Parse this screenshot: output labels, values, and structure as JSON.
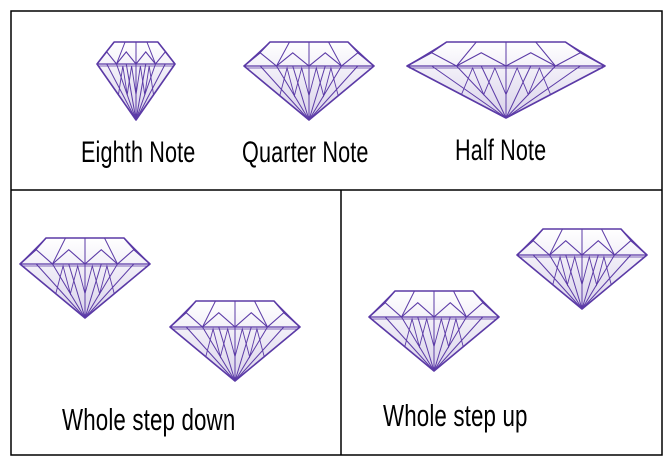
{
  "labels": {
    "eighth": "Eighth Note",
    "quarter": "Quarter Note",
    "half": "Half Note",
    "down": "Whole step down",
    "up": "Whole step up"
  },
  "colors": {
    "gem_stroke": "#5b3aa6",
    "gem_fill_top": "#ffffff",
    "gem_fill_bottom": "#d9d2ea",
    "border": "#000000"
  },
  "gems": [
    {
      "id": "eighth-note-diamond",
      "proportion": "narrow"
    },
    {
      "id": "quarter-note-diamond",
      "proportion": "regular"
    },
    {
      "id": "half-note-diamond",
      "proportion": "wide"
    },
    {
      "id": "down-diamond-high",
      "proportion": "regular"
    },
    {
      "id": "down-diamond-low",
      "proportion": "regular"
    },
    {
      "id": "up-diamond-low",
      "proportion": "regular"
    },
    {
      "id": "up-diamond-high",
      "proportion": "regular"
    }
  ]
}
